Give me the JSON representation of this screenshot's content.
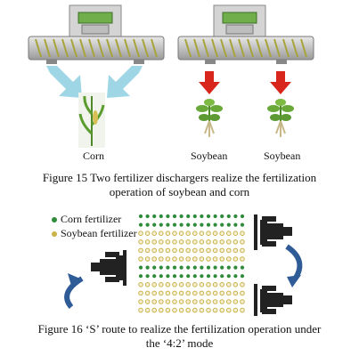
{
  "figure15": {
    "labels": [
      "Corn",
      "Soybean",
      "Soybean"
    ],
    "caption_line1": "Figure 15    Two fertilizer dischargers realize the fertilization",
    "caption_line2": "operation of soybean and corn"
  },
  "figure16": {
    "legend": [
      {
        "label": "Corn fertilizer",
        "color": "#2e8b3a"
      },
      {
        "label": "Soybean fertilizer",
        "color": "#c9b24a"
      }
    ],
    "caption_line1": "Figure 16    ‘S’ route to realize the fertilization operation under",
    "caption_line2": "the ‘4:2’ mode"
  },
  "colors": {
    "corn_arrow": "#8ecfe0",
    "soy_arrow": "#d9261c",
    "corn_dot": "#2e8b3a",
    "soy_dot": "#c9b24a",
    "turn_arrow": "#2f5c96"
  }
}
